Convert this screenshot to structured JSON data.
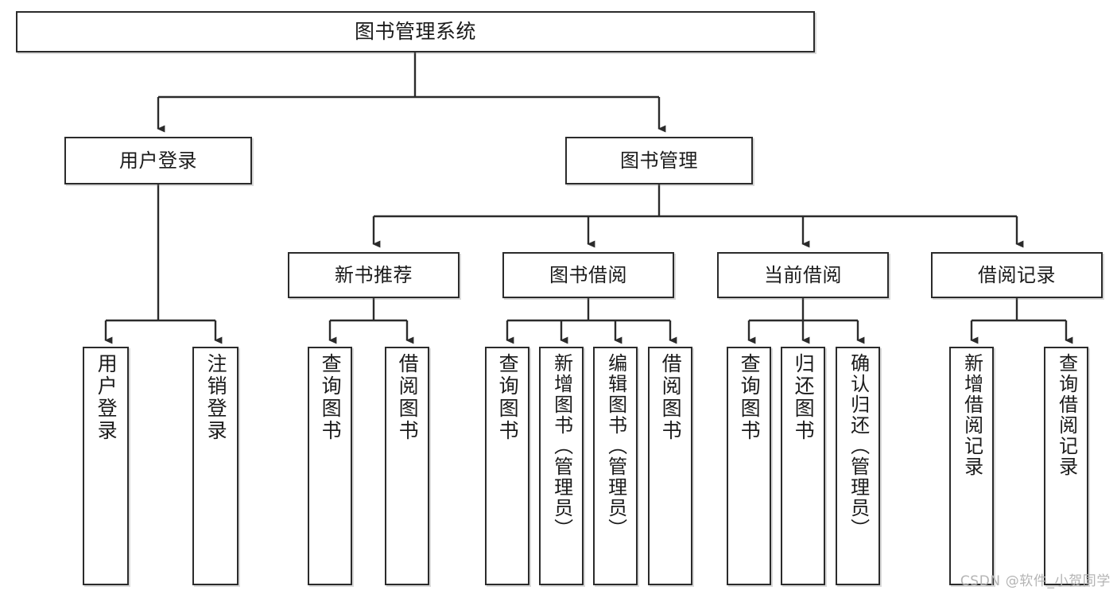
{
  "diagram": {
    "title": "图书管理系统",
    "type": "tree",
    "watermark": "CSDN @软件_小贺同学",
    "colors": {
      "stroke": "#2b2b2b",
      "fill": "#ffffff",
      "text": "#1b1b1b",
      "watermark": "#b4b4b4"
    },
    "nodes": {
      "root": {
        "label": "图书管理系统"
      },
      "level1": [
        {
          "label": "用户登录"
        },
        {
          "label": "图书管理"
        }
      ],
      "level2": [
        {
          "label": "新书推荐"
        },
        {
          "label": "图书借阅"
        },
        {
          "label": "当前借阅"
        },
        {
          "label": "借阅记录"
        }
      ],
      "leaves": {
        "user_login": [
          {
            "label": "用户登录"
          },
          {
            "label": "注销登录"
          }
        ],
        "new_book": [
          {
            "label": "查询图书"
          },
          {
            "label": "借阅图书"
          }
        ],
        "book_borrow": [
          {
            "label": "查询图书"
          },
          {
            "label": "新增图书（管理员）"
          },
          {
            "label": "编辑图书（管理员）"
          },
          {
            "label": "借阅图书"
          }
        ],
        "current_borrow": [
          {
            "label": "查询图书"
          },
          {
            "label": "归还图书"
          },
          {
            "label": "确认归还（管理员）"
          }
        ],
        "borrow_record": [
          {
            "label": "新增借阅记录"
          },
          {
            "label": "查询借阅记录"
          }
        ]
      }
    }
  }
}
